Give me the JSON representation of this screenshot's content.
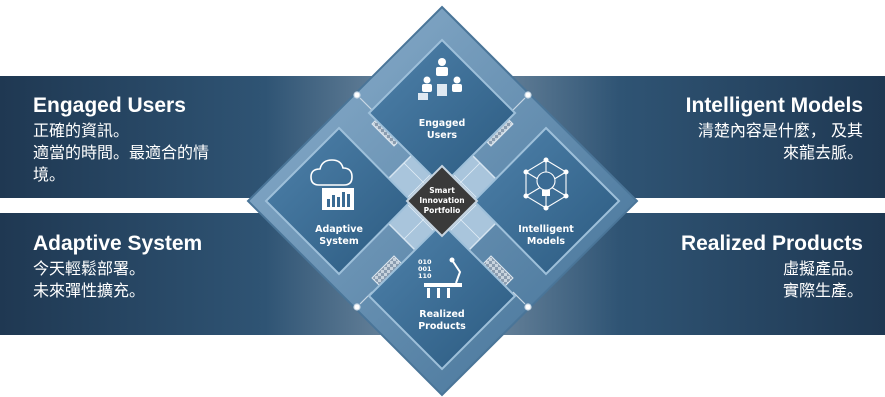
{
  "blocks": {
    "engaged": {
      "title": "Engaged Users",
      "lines": [
        "正確的資訊。",
        "適當的時間。最適合的情",
        "境。"
      ]
    },
    "intelligent": {
      "title": "Intelligent Models",
      "lines": [
        "清楚內容是什麼， 及其",
        "來龍去脈。"
      ]
    },
    "adaptive": {
      "title": "Adaptive System",
      "lines": [
        "今天輕鬆部署。",
        "未來彈性擴充。"
      ]
    },
    "realized": {
      "title": "Realized Products",
      "lines": [
        "虛擬產品。",
        "實際生產。"
      ]
    }
  },
  "nodes": {
    "top": [
      "Engaged",
      "Users"
    ],
    "left": [
      "Adaptive",
      "System"
    ],
    "right": [
      "Intelligent",
      "Models"
    ],
    "bottom": [
      "Realized",
      "Products"
    ]
  },
  "center": [
    "Smart",
    "Innovation",
    "Portfolio"
  ],
  "icon_text": [
    "010",
    "001",
    "110"
  ],
  "colors": {
    "band_dark": "#1f3852",
    "band_light": "#7d95aa",
    "diamond_outer": "#5b87ab",
    "node_fill": "#3a6b94",
    "center_fill": "#3a3a3a"
  }
}
